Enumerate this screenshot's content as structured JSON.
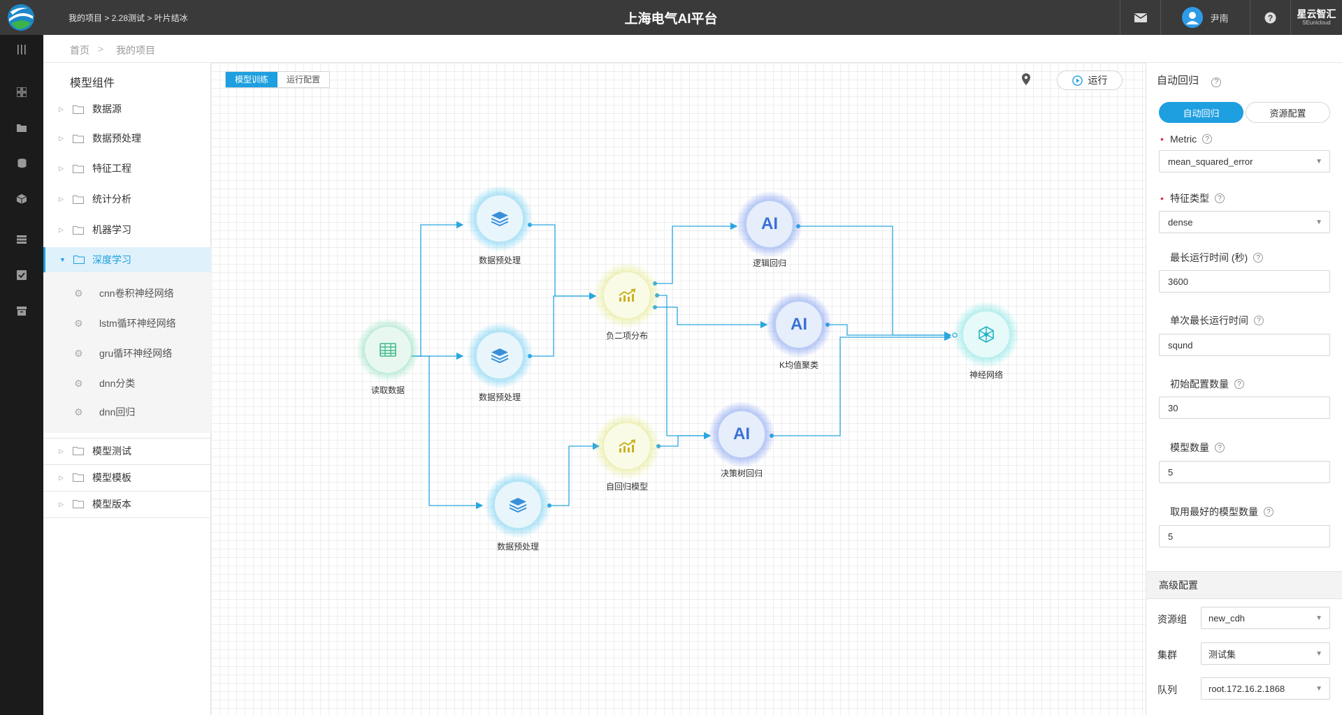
{
  "header": {
    "breadcrumb": "我的项目 > 2.28测试 > 叶片结冰",
    "app_title": "上海电气AI平台",
    "user_name": "尹南",
    "brand_text": "星云智汇",
    "brand_sub": "SEunicloud"
  },
  "breadcrumb_bar": {
    "home": "首页",
    "separator": ">",
    "current": "我的项目"
  },
  "components_panel": {
    "title": "模型组件",
    "groups": [
      {
        "label": "数据源"
      },
      {
        "label": "数据预处理"
      },
      {
        "label": "特征工程"
      },
      {
        "label": "统计分析"
      },
      {
        "label": "机器学习"
      },
      {
        "label": "深度学习"
      }
    ],
    "deep_learning_items": [
      "cnn卷积神经网络",
      "lstm循环神经网络",
      "gru循环神经网络",
      "dnn分类",
      "dnn回归"
    ],
    "bottom_groups": [
      {
        "label": "模型测试"
      },
      {
        "label": "模型模板"
      },
      {
        "label": "模型版本"
      }
    ]
  },
  "canvas": {
    "tabs": [
      "模型训练",
      "运行配置"
    ],
    "run_label": "运行",
    "nodes": [
      {
        "id": "read",
        "label": "读取数据",
        "icon": "table-icon",
        "kind": "green"
      },
      {
        "id": "pre1",
        "label": "数据预处理",
        "icon": "layers-icon",
        "kind": "blue"
      },
      {
        "id": "pre2",
        "label": "数据预处理",
        "icon": "layers-icon",
        "kind": "blue"
      },
      {
        "id": "pre3",
        "label": "数据预处理",
        "icon": "layers-icon",
        "kind": "blue"
      },
      {
        "id": "negbin",
        "label": "负二项分布",
        "icon": "chart-icon",
        "kind": "yellow"
      },
      {
        "id": "ar",
        "label": "自回归模型",
        "icon": "chart-icon",
        "kind": "yellow"
      },
      {
        "id": "logreg",
        "label": "逻辑回归",
        "icon": "ai-icon",
        "kind": "ai"
      },
      {
        "id": "kmeans",
        "label": "K均值聚类",
        "icon": "ai-icon",
        "kind": "ai"
      },
      {
        "id": "dtree",
        "label": "决策树回归",
        "icon": "ai-icon",
        "kind": "ai"
      },
      {
        "id": "nn",
        "label": "神经网络",
        "icon": "network-icon",
        "kind": "teal"
      }
    ],
    "ai_text": "AI"
  },
  "config_panel": {
    "title": "自动回归",
    "seg_active": "自动回归",
    "seg_other": "资源配置",
    "fields": [
      {
        "label": "Metric",
        "value": "mean_squared_error",
        "required": true,
        "select": true
      },
      {
        "label": "特征类型",
        "value": "dense",
        "required": true,
        "select": true
      },
      {
        "label": "最长运行时间 (秒)",
        "value": "3600",
        "required": false,
        "select": false
      },
      {
        "label": "单次最长运行时间",
        "value": "sqund",
        "required": false,
        "select": false
      },
      {
        "label": "初始配置数量",
        "value": "30",
        "required": false,
        "select": false
      },
      {
        "label": "模型数量",
        "value": "5",
        "required": false,
        "select": false
      },
      {
        "label": "取用最好的模型数量",
        "value": "5",
        "required": false,
        "select": false
      }
    ],
    "advanced_title": "高级配置",
    "advanced": [
      {
        "label": "资源组",
        "value": "new_cdh"
      },
      {
        "label": "集群",
        "value": "测试集"
      },
      {
        "label": "队列",
        "value": "root.172.16.2.1868"
      }
    ]
  },
  "colors": {
    "accent": "#1e9fe0",
    "topbar": "#3a3a3a",
    "sidenav": "#1b1b1b",
    "edge": "#2aa6df"
  }
}
